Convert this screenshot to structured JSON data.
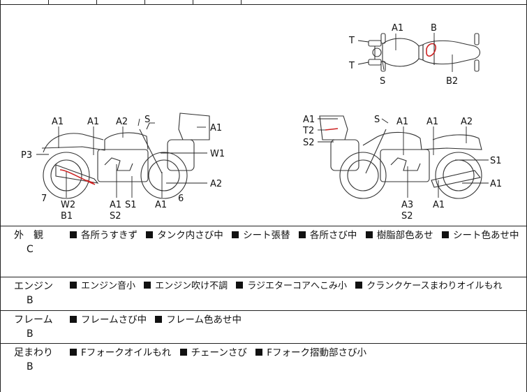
{
  "diagram": {
    "top_view_labels": [
      "A1",
      "B",
      "T",
      "T",
      "S",
      "B2"
    ],
    "left_view_labels": [
      "A1",
      "A1",
      "A2",
      "S",
      "A1",
      "P3",
      "W1",
      "A2",
      "7",
      "W2",
      "B1",
      "A1",
      "S2",
      "S1",
      "A1",
      "6"
    ],
    "right_view_labels": [
      "A1",
      "T2",
      "S2",
      "S",
      "A1",
      "A1",
      "A2",
      "S1",
      "A1",
      "A3",
      "S2",
      "A1"
    ]
  },
  "sections": [
    {
      "name": "外　観",
      "grade": "C",
      "items": [
        "各所うすきず",
        "タンク内さび中",
        "シート張替",
        "各所さび中",
        "樹脂部色あせ",
        "シート色あせ中"
      ]
    },
    {
      "name": "エンジン",
      "grade": "B",
      "items": [
        "エンジン音小",
        "エンジン吹け不調",
        "ラジエターコアへこみ小",
        "クランクケースまわりオイルもれ"
      ]
    },
    {
      "name": "フレーム",
      "grade": "B",
      "items": [
        "フレームさび中",
        "フレーム色あせ中"
      ]
    },
    {
      "name": "足まわり",
      "grade": "B",
      "items": [
        "Fフォークオイルもれ",
        "チェーンさび",
        "Fフォーク摺動部さび小"
      ]
    }
  ],
  "colors": {
    "damage_mark": "#cc2222",
    "line": "#222222"
  }
}
